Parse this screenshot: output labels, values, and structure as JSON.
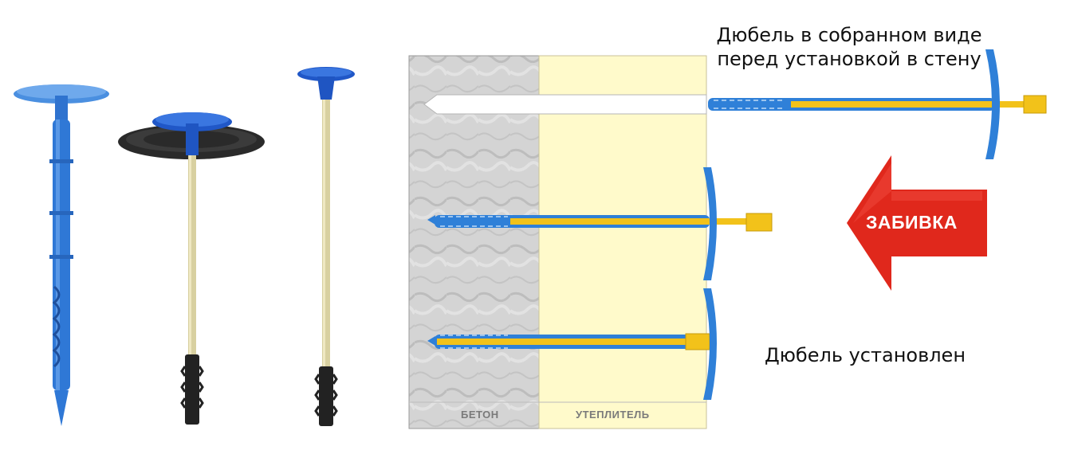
{
  "captions": {
    "top_line1": "Дюбель в собранном виде",
    "top_line2": "перед установкой в стену",
    "bottom": "Дюбель установлен"
  },
  "wall": {
    "concrete_label": "БЕТОН",
    "insulation_label": "УТЕПЛИТЕЛЬ"
  },
  "arrow": {
    "label": "ЗАБИВКА"
  },
  "colors": {
    "dowel_blue": "#2f80d8",
    "nail_yellow": "#f2c21a",
    "arrow_red": "#e0281c",
    "concrete_gray": "#d3d3d3",
    "insulation_cream": "#fffacb",
    "washer_black": "#2a2a2a"
  }
}
